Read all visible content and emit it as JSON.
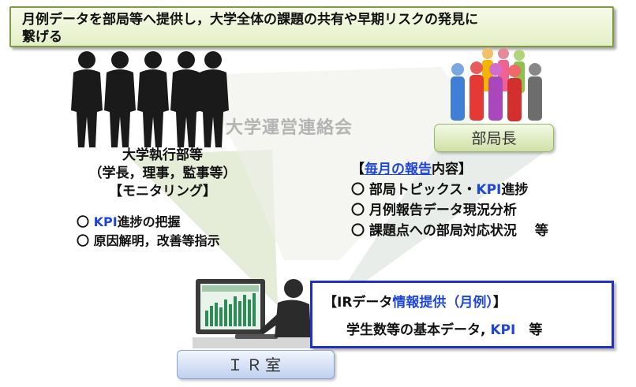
{
  "banner": {
    "line1": "月例データを部局等へ提供し，大学全体の課題の共有や早期リスクの発見に",
    "line2": "繋げる"
  },
  "meeting": {
    "title": "大学運営連絡会"
  },
  "executive": {
    "title": "大学執行部等",
    "members": "（学長，理事，監事等）",
    "role": "【モニタリング】",
    "items": [
      {
        "bullet": "〇",
        "highlight": "KPI",
        "text": "進捗の把握"
      },
      {
        "bullet": "〇",
        "highlight": "",
        "text": "原因解明，改善等指示"
      }
    ]
  },
  "department": {
    "label": "部局長"
  },
  "report": {
    "open": "【",
    "highlight": "毎月の報告",
    "rest": "内容】",
    "items": [
      {
        "bullet": "〇",
        "pre": "部局トピックス・",
        "highlight": "KPI",
        "post": "進捗"
      },
      {
        "bullet": "〇",
        "pre": "月例報告データ現況分析",
        "highlight": "",
        "post": ""
      },
      {
        "bullet": "〇",
        "pre": "課題点への部局対応状況　 等",
        "highlight": "",
        "post": ""
      }
    ]
  },
  "ir_data": {
    "open": "【IRデータ",
    "highlight": "情報提供（月例）",
    "close": "】",
    "line2_pre": "学生数等の基本データ,",
    "line2_highlight": " KPI",
    "line2_post": "　等"
  },
  "ir_room": {
    "label": "ＩＲ室"
  },
  "colors": {
    "accent_blue": "#1f46d8",
    "box_border": "#2030c6",
    "banner_border": "#7e9a45",
    "dept_button": "#cfe1a6",
    "ir_button": "#bfd0ef"
  }
}
